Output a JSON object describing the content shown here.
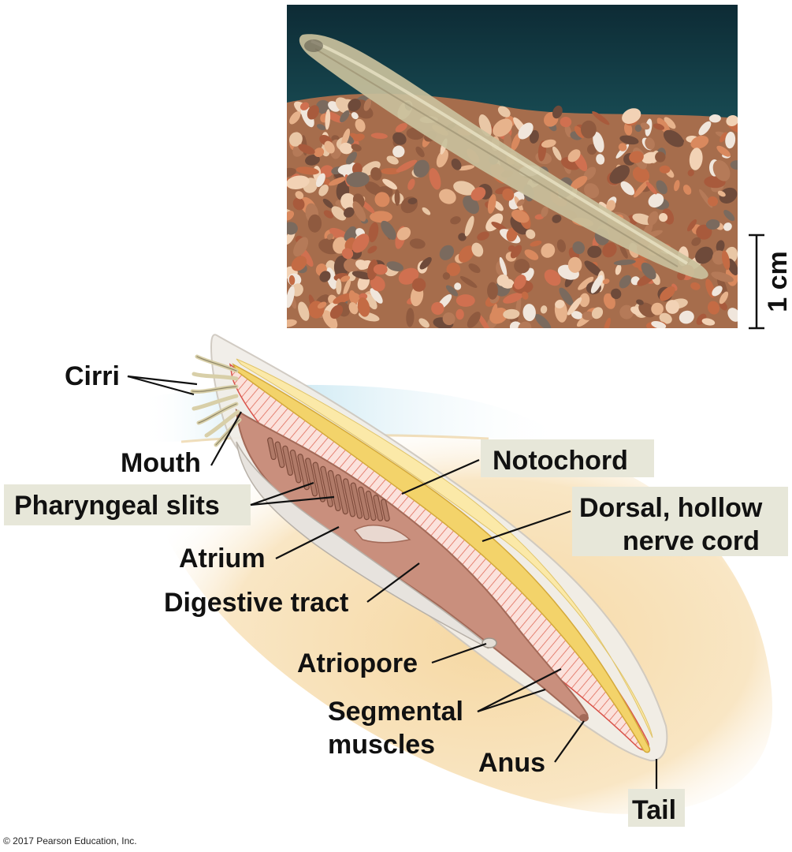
{
  "photo": {
    "subject": "lancelet",
    "scale_bar_label": "1 cm"
  },
  "labels": {
    "cirri": "Cirri",
    "mouth": "Mouth",
    "pharyngeal_slits": "Pharyngeal slits",
    "atrium": "Atrium",
    "digestive_tract": "Digestive tract",
    "atriopore": "Atriopore",
    "segmental_muscles_line1": "Segmental",
    "segmental_muscles_line2": "muscles",
    "anus": "Anus",
    "notochord": "Notochord",
    "nerve_cord_line1": "Dorsal, hollow",
    "nerve_cord_line2": "nerve cord",
    "tail": "Tail"
  },
  "copyright": "© 2017 Pearson Education, Inc.",
  "colors": {
    "water": "#cfe8f2",
    "sand": "#f5dcaa",
    "body_outline": "#e9e6e0",
    "notochord": "#f3d36a",
    "nerve_cord": "#fbe9a8",
    "muscle_red": "#e05a4a",
    "digestive_tract": "#c98f7d",
    "label_highlight": "#e7e7d9"
  }
}
